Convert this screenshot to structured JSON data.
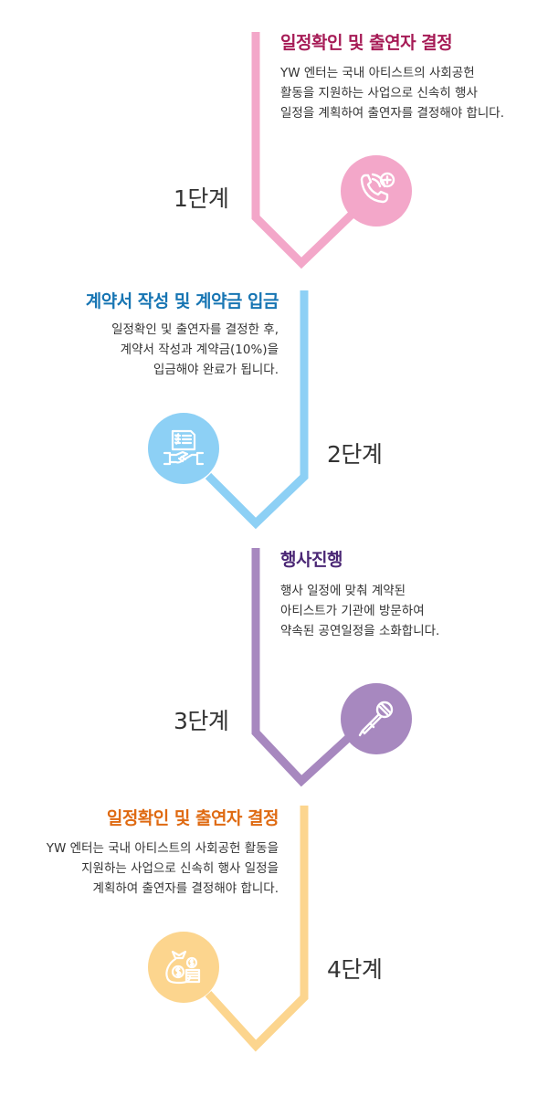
{
  "colors": {
    "pink": "#f3a7c9",
    "blue": "#8dd0f5",
    "purple": "#a788bf",
    "orange": "#fcd58e",
    "title_pink": "#a61b56",
    "title_blue": "#1775b3",
    "title_purple": "#4b2775",
    "title_orange": "#df6a12"
  },
  "steps": [
    {
      "title": "일정확인 및 출연자 결정",
      "lines": [
        "YW 엔터는 국내 아티스트의 사회공헌",
        "활동을 지원하는 사업으로 신속히 행사",
        "일정을 계획하여 출연자를 결정해야 합니다."
      ],
      "label": "1단계",
      "icon": "phone-plus-icon"
    },
    {
      "title": "계약서 작성 및 계약금 입금",
      "lines": [
        "일정확인 및 출연자를 결정한 후,",
        "계약서 작성과 계약금(10%)을",
        "입금해야 완료가 됩니다."
      ],
      "label": "2단계",
      "icon": "contract-handshake-icon"
    },
    {
      "title": "행사진행",
      "lines": [
        "행사 일정에 맞춰 계약된",
        "아티스트가 기관에 방문하여",
        "약속된 공연일정을 소화합니다."
      ],
      "label": "3단계",
      "icon": "microphone-icon"
    },
    {
      "title": "일정확인 및 출연자 결정",
      "lines": [
        "YW 엔터는 국내 아티스트의 사회공헌 활동을",
        "지원하는 사업으로 신속히 행사 일정을",
        "계획하여 출연자를 결정해야 합니다."
      ],
      "label": "4단계",
      "icon": "money-bag-icon"
    }
  ]
}
